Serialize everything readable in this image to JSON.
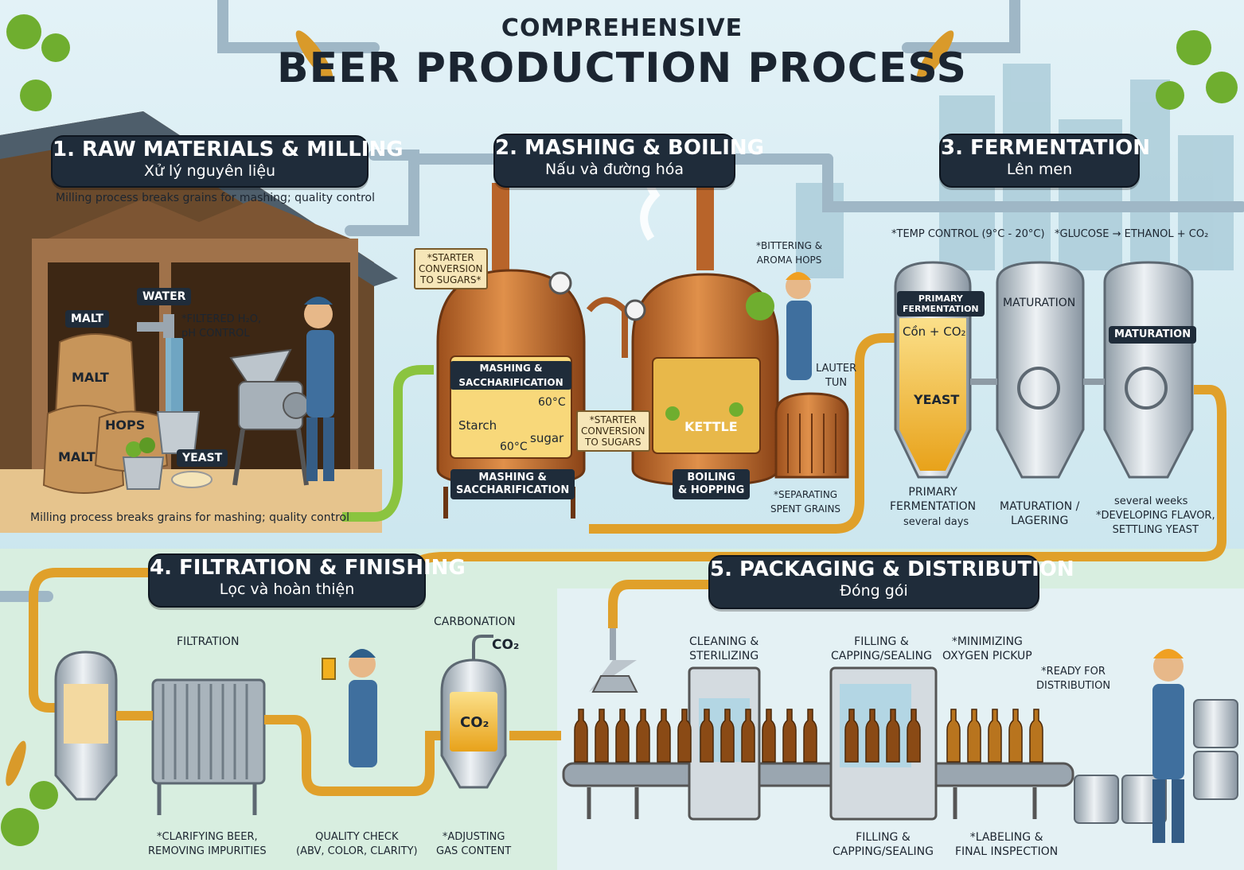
{
  "header": {
    "subtitle": "COMPREHENSIVE",
    "title": "BEER PRODUCTION PROCESS"
  },
  "stages": [
    {
      "heading": "1. RAW MATERIALS & MILLING",
      "vietnamese": "Xử lý nguyên liệu",
      "note": "Milling process breaks grains for mashing; quality control"
    },
    {
      "heading": "2. MASHING & BOILING",
      "vietnamese": "Nấu và đường hóa"
    },
    {
      "heading": "3. FERMENTATION",
      "vietnamese": "Lên men"
    },
    {
      "heading": "4. FILTRATION & FINISHING",
      "vietnamese": "Lọc và hoàn thiện"
    },
    {
      "heading": "5. PACKAGING & DISTRIBUTION",
      "vietnamese": "Đóng gói"
    }
  ],
  "stage1": {
    "malt_tag": "MALT",
    "malt_sack": "MALT",
    "malt_sack2": "MALT",
    "hops": "HOPS",
    "water_tag": "WATER",
    "yeast_tag": "YEAST",
    "filtered": "*FILTERED H₂O,\npH CONTROL",
    "bottom_note": "Milling process breaks grains for mashing; quality control"
  },
  "stage2": {
    "sign1": "*STARTER\nCONVERSION\nTO SUGARS*",
    "sign2": "*STARTER\nCONVERSION\nTO SUGARS",
    "tank_label": "MASHING &\nSACCHARIFICATION",
    "starch": "Starch",
    "sugar": "sugar",
    "temp1": "60°C",
    "temp2": "60°C",
    "tank1_base": "MASHING &\nSACCHARIFICATION",
    "kettle": "KETTLE",
    "tank2_base": "BOILING\n& HOPPING",
    "hops_note": "*BITTERING &\nAROMA HOPS",
    "lauter": "LAUTER\nTUN",
    "spent": "*SEPARATING\nSPENT GRAINS"
  },
  "stage3": {
    "temp_control": "*TEMP CONTROL (9°C - 20°C)",
    "glucose": "*GLUCOSE → ETHANOL + CO₂",
    "tank1_tag": "PRIMARY\nFERMENTATION",
    "con_co2": "Cồn + CO₂",
    "yeast": "YEAST",
    "tank2_tag": "MATURATION",
    "tank3_tag": "MATURATION",
    "tank1_caption": "PRIMARY\nFERMENTATION",
    "tank1_time": "several days",
    "tank2_caption": "MATURATION /\nLAGERING",
    "tank3_time": "several weeks",
    "tank3_caption": "*DEVELOPING FLAVOR,\nSETTLING YEAST"
  },
  "stage4": {
    "filtration": "FILTRATION",
    "carbonation": "CARBONATION",
    "co2_top": "CO₂",
    "co2_tank": "CO₂",
    "clarifying": "*CLARIFYING BEER,\nREMOVING IMPURITIES",
    "quality": "QUALITY CHECK\n(ABV, COLOR, CLARITY)",
    "adjusting": "*ADJUSTING\nGAS CONTENT"
  },
  "stage5": {
    "cleaning": "CLEANING &\nSTERILIZING",
    "filling_top": "FILLING &\nCAPPING/SEALING",
    "oxygen": "*MINIMIZING\nOXYGEN PICKUP",
    "ready": "*READY FOR\nDISTRIBUTION",
    "filling_bottom": "FILLING &\nCAPPING/SEALING",
    "labeling": "*LABELING &\nFINAL INSPECTION"
  },
  "colors": {
    "badge": "#1f2c3a",
    "copper": "#c8732f",
    "steel": "#c9d3da",
    "beer": "#f2b01e",
    "pipe": "#e0a02a",
    "sky": "#cfe9f1",
    "hop_green": "#6fae2f"
  }
}
